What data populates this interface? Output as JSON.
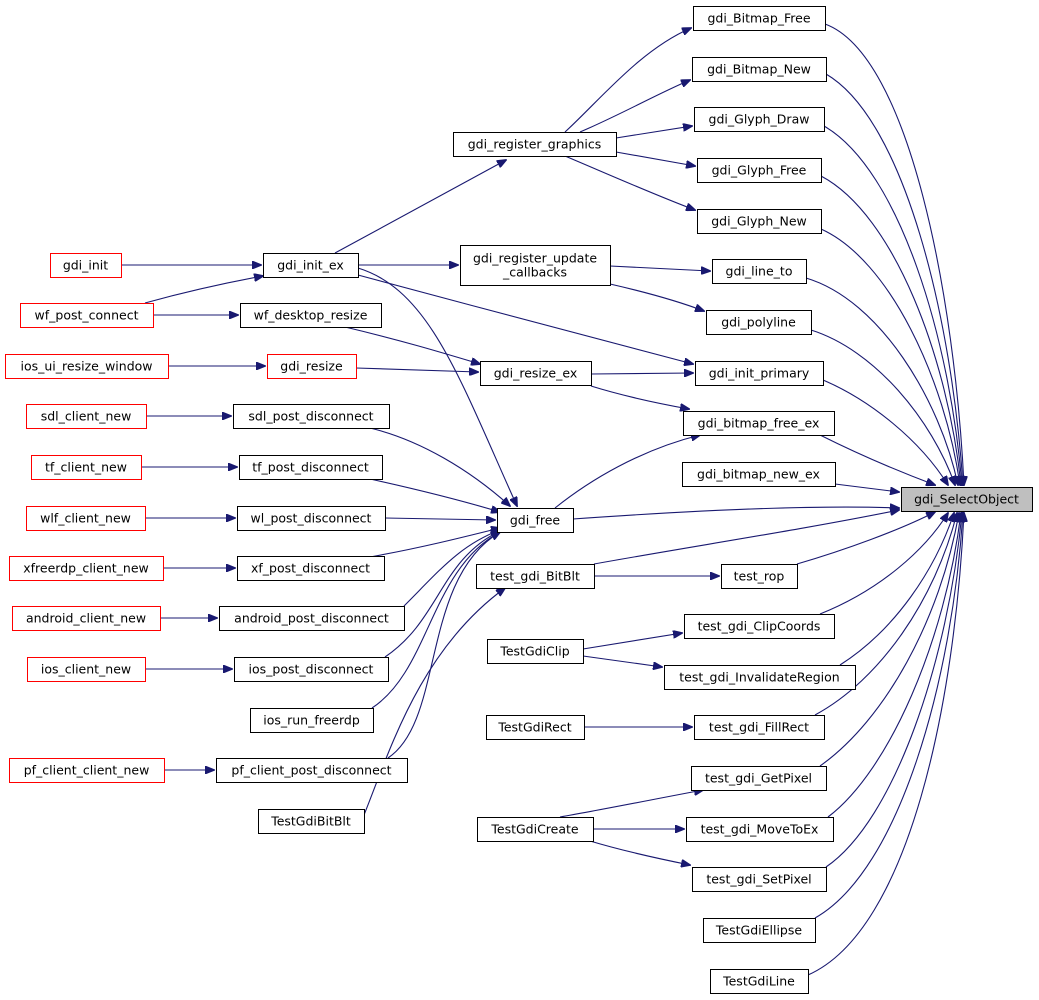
{
  "nodes": [
    {
      "id": "gdi_SelectObject",
      "lines": [
        "gdi_SelectObject"
      ],
      "style": "focus"
    },
    {
      "id": "gdi_Bitmap_Free",
      "lines": [
        "gdi_Bitmap_Free"
      ],
      "style": "normal"
    },
    {
      "id": "gdi_Bitmap_New",
      "lines": [
        "gdi_Bitmap_New"
      ],
      "style": "normal"
    },
    {
      "id": "gdi_Glyph_Draw",
      "lines": [
        "gdi_Glyph_Draw"
      ],
      "style": "normal"
    },
    {
      "id": "gdi_Glyph_Free",
      "lines": [
        "gdi_Glyph_Free"
      ],
      "style": "normal"
    },
    {
      "id": "gdi_Glyph_New",
      "lines": [
        "gdi_Glyph_New"
      ],
      "style": "normal"
    },
    {
      "id": "gdi_line_to",
      "lines": [
        "gdi_line_to"
      ],
      "style": "normal"
    },
    {
      "id": "gdi_polyline",
      "lines": [
        "gdi_polyline"
      ],
      "style": "normal"
    },
    {
      "id": "gdi_init_primary",
      "lines": [
        "gdi_init_primary"
      ],
      "style": "normal"
    },
    {
      "id": "gdi_bitmap_free_ex",
      "lines": [
        "gdi_bitmap_free_ex"
      ],
      "style": "normal"
    },
    {
      "id": "gdi_bitmap_new_ex",
      "lines": [
        "gdi_bitmap_new_ex"
      ],
      "style": "normal"
    },
    {
      "id": "test_rop",
      "lines": [
        "test_rop"
      ],
      "style": "normal"
    },
    {
      "id": "test_gdi_ClipCoords",
      "lines": [
        "test_gdi_ClipCoords"
      ],
      "style": "normal"
    },
    {
      "id": "test_gdi_InvalidateRegion",
      "lines": [
        "test_gdi_InvalidateRegion"
      ],
      "style": "normal"
    },
    {
      "id": "test_gdi_FillRect",
      "lines": [
        "test_gdi_FillRect"
      ],
      "style": "normal"
    },
    {
      "id": "test_gdi_GetPixel",
      "lines": [
        "test_gdi_GetPixel"
      ],
      "style": "normal"
    },
    {
      "id": "test_gdi_MoveToEx",
      "lines": [
        "test_gdi_MoveToEx"
      ],
      "style": "normal"
    },
    {
      "id": "test_gdi_SetPixel",
      "lines": [
        "test_gdi_SetPixel"
      ],
      "style": "normal"
    },
    {
      "id": "TestGdiEllipse",
      "lines": [
        "TestGdiEllipse"
      ],
      "style": "normal"
    },
    {
      "id": "TestGdiLine",
      "lines": [
        "TestGdiLine"
      ],
      "style": "normal"
    },
    {
      "id": "gdi_register_graphics",
      "lines": [
        "gdi_register_graphics"
      ],
      "style": "normal"
    },
    {
      "id": "gdi_register_update_callbacks",
      "lines": [
        "gdi_register_update",
        "_callbacks"
      ],
      "style": "normal"
    },
    {
      "id": "gdi_resize_ex",
      "lines": [
        "gdi_resize_ex"
      ],
      "style": "normal"
    },
    {
      "id": "gdi_free",
      "lines": [
        "gdi_free"
      ],
      "style": "normal"
    },
    {
      "id": "test_gdi_BitBlt",
      "lines": [
        "test_gdi_BitBlt"
      ],
      "style": "normal"
    },
    {
      "id": "TestGdiClip",
      "lines": [
        "TestGdiClip"
      ],
      "style": "normal"
    },
    {
      "id": "TestGdiRect",
      "lines": [
        "TestGdiRect"
      ],
      "style": "normal"
    },
    {
      "id": "TestGdiCreate",
      "lines": [
        "TestGdiCreate"
      ],
      "style": "normal"
    },
    {
      "id": "gdi_init_ex",
      "lines": [
        "gdi_init_ex"
      ],
      "style": "normal"
    },
    {
      "id": "wf_desktop_resize",
      "lines": [
        "wf_desktop_resize"
      ],
      "style": "normal"
    },
    {
      "id": "gdi_resize",
      "lines": [
        "gdi_resize"
      ],
      "style": "red"
    },
    {
      "id": "sdl_post_disconnect",
      "lines": [
        "sdl_post_disconnect"
      ],
      "style": "normal"
    },
    {
      "id": "tf_post_disconnect",
      "lines": [
        "tf_post_disconnect"
      ],
      "style": "normal"
    },
    {
      "id": "wl_post_disconnect",
      "lines": [
        "wl_post_disconnect"
      ],
      "style": "normal"
    },
    {
      "id": "xf_post_disconnect",
      "lines": [
        "xf_post_disconnect"
      ],
      "style": "normal"
    },
    {
      "id": "android_post_disconnect",
      "lines": [
        "android_post_disconnect"
      ],
      "style": "normal"
    },
    {
      "id": "ios_post_disconnect",
      "lines": [
        "ios_post_disconnect"
      ],
      "style": "normal"
    },
    {
      "id": "ios_run_freerdp",
      "lines": [
        "ios_run_freerdp"
      ],
      "style": "normal"
    },
    {
      "id": "pf_client_post_disconnect",
      "lines": [
        "pf_client_post_disconnect"
      ],
      "style": "normal"
    },
    {
      "id": "TestGdiBitBlt",
      "lines": [
        "TestGdiBitBlt"
      ],
      "style": "normal"
    },
    {
      "id": "gdi_init",
      "lines": [
        "gdi_init"
      ],
      "style": "red"
    },
    {
      "id": "wf_post_connect",
      "lines": [
        "wf_post_connect"
      ],
      "style": "red"
    },
    {
      "id": "ios_ui_resize_window",
      "lines": [
        "ios_ui_resize_window"
      ],
      "style": "red"
    },
    {
      "id": "sdl_client_new",
      "lines": [
        "sdl_client_new"
      ],
      "style": "red"
    },
    {
      "id": "tf_client_new",
      "lines": [
        "tf_client_new"
      ],
      "style": "red"
    },
    {
      "id": "wlf_client_new",
      "lines": [
        "wlf_client_new"
      ],
      "style": "red"
    },
    {
      "id": "xfreerdp_client_new",
      "lines": [
        "xfreerdp_client_new"
      ],
      "style": "red"
    },
    {
      "id": "android_client_new",
      "lines": [
        "android_client_new"
      ],
      "style": "red"
    },
    {
      "id": "ios_client_new",
      "lines": [
        "ios_client_new"
      ],
      "style": "red"
    },
    {
      "id": "pf_client_client_new",
      "lines": [
        "pf_client_client_new"
      ],
      "style": "red"
    }
  ],
  "edges": [
    {
      "from": "gdi_Bitmap_Free",
      "to": "gdi_SelectObject"
    },
    {
      "from": "gdi_Bitmap_New",
      "to": "gdi_SelectObject"
    },
    {
      "from": "gdi_Glyph_Draw",
      "to": "gdi_SelectObject"
    },
    {
      "from": "gdi_Glyph_Free",
      "to": "gdi_SelectObject"
    },
    {
      "from": "gdi_Glyph_New",
      "to": "gdi_SelectObject"
    },
    {
      "from": "gdi_line_to",
      "to": "gdi_SelectObject"
    },
    {
      "from": "gdi_polyline",
      "to": "gdi_SelectObject"
    },
    {
      "from": "gdi_init_primary",
      "to": "gdi_SelectObject"
    },
    {
      "from": "gdi_bitmap_free_ex",
      "to": "gdi_SelectObject"
    },
    {
      "from": "gdi_bitmap_new_ex",
      "to": "gdi_SelectObject"
    },
    {
      "from": "gdi_free",
      "to": "gdi_SelectObject"
    },
    {
      "from": "test_gdi_BitBlt",
      "to": "gdi_SelectObject"
    },
    {
      "from": "test_rop",
      "to": "gdi_SelectObject"
    },
    {
      "from": "test_gdi_ClipCoords",
      "to": "gdi_SelectObject"
    },
    {
      "from": "test_gdi_InvalidateRegion",
      "to": "gdi_SelectObject"
    },
    {
      "from": "test_gdi_FillRect",
      "to": "gdi_SelectObject"
    },
    {
      "from": "test_gdi_GetPixel",
      "to": "gdi_SelectObject"
    },
    {
      "from": "test_gdi_MoveToEx",
      "to": "gdi_SelectObject"
    },
    {
      "from": "test_gdi_SetPixel",
      "to": "gdi_SelectObject"
    },
    {
      "from": "TestGdiEllipse",
      "to": "gdi_SelectObject"
    },
    {
      "from": "TestGdiLine",
      "to": "gdi_SelectObject"
    },
    {
      "from": "gdi_register_graphics",
      "to": "gdi_Bitmap_Free"
    },
    {
      "from": "gdi_register_graphics",
      "to": "gdi_Bitmap_New"
    },
    {
      "from": "gdi_register_graphics",
      "to": "gdi_Glyph_Draw"
    },
    {
      "from": "gdi_register_graphics",
      "to": "gdi_Glyph_Free"
    },
    {
      "from": "gdi_register_graphics",
      "to": "gdi_Glyph_New"
    },
    {
      "from": "gdi_register_update_callbacks",
      "to": "gdi_line_to"
    },
    {
      "from": "gdi_register_update_callbacks",
      "to": "gdi_polyline"
    },
    {
      "from": "gdi_init_ex",
      "to": "gdi_register_graphics"
    },
    {
      "from": "gdi_init_ex",
      "to": "gdi_register_update_callbacks"
    },
    {
      "from": "gdi_init_ex",
      "to": "gdi_init_primary"
    },
    {
      "from": "gdi_init_ex",
      "to": "gdi_free"
    },
    {
      "from": "gdi_resize_ex",
      "to": "gdi_init_primary"
    },
    {
      "from": "gdi_resize_ex",
      "to": "gdi_bitmap_free_ex"
    },
    {
      "from": "gdi_free",
      "to": "gdi_bitmap_free_ex"
    },
    {
      "from": "test_gdi_BitBlt",
      "to": "test_rop"
    },
    {
      "from": "TestGdiClip",
      "to": "test_gdi_ClipCoords"
    },
    {
      "from": "TestGdiClip",
      "to": "test_gdi_InvalidateRegion"
    },
    {
      "from": "TestGdiRect",
      "to": "test_gdi_FillRect"
    },
    {
      "from": "TestGdiCreate",
      "to": "test_gdi_GetPixel"
    },
    {
      "from": "TestGdiCreate",
      "to": "test_gdi_MoveToEx"
    },
    {
      "from": "TestGdiCreate",
      "to": "test_gdi_SetPixel"
    },
    {
      "from": "TestGdiBitBlt",
      "to": "test_gdi_BitBlt"
    },
    {
      "from": "gdi_init",
      "to": "gdi_init_ex"
    },
    {
      "from": "wf_post_connect",
      "to": "gdi_init_ex"
    },
    {
      "from": "wf_post_connect",
      "to": "wf_desktop_resize"
    },
    {
      "from": "wf_desktop_resize",
      "to": "gdi_resize_ex"
    },
    {
      "from": "ios_ui_resize_window",
      "to": "gdi_resize"
    },
    {
      "from": "gdi_resize",
      "to": "gdi_resize_ex"
    },
    {
      "from": "sdl_client_new",
      "to": "sdl_post_disconnect"
    },
    {
      "from": "tf_client_new",
      "to": "tf_post_disconnect"
    },
    {
      "from": "wlf_client_new",
      "to": "wl_post_disconnect"
    },
    {
      "from": "xfreerdp_client_new",
      "to": "xf_post_disconnect"
    },
    {
      "from": "android_client_new",
      "to": "android_post_disconnect"
    },
    {
      "from": "ios_client_new",
      "to": "ios_post_disconnect"
    },
    {
      "from": "pf_client_client_new",
      "to": "pf_client_post_disconnect"
    },
    {
      "from": "sdl_post_disconnect",
      "to": "gdi_free"
    },
    {
      "from": "tf_post_disconnect",
      "to": "gdi_free"
    },
    {
      "from": "wl_post_disconnect",
      "to": "gdi_free"
    },
    {
      "from": "xf_post_disconnect",
      "to": "gdi_free"
    },
    {
      "from": "android_post_disconnect",
      "to": "gdi_free"
    },
    {
      "from": "ios_post_disconnect",
      "to": "gdi_free"
    },
    {
      "from": "ios_run_freerdp",
      "to": "gdi_free"
    },
    {
      "from": "pf_client_post_disconnect",
      "to": "gdi_free"
    }
  ],
  "colors": {
    "edge": "#191970",
    "node_border": "#000000",
    "red_border": "#ff0000",
    "focus_fill": "#bfbfbf",
    "node_fill": "#ffffff"
  }
}
